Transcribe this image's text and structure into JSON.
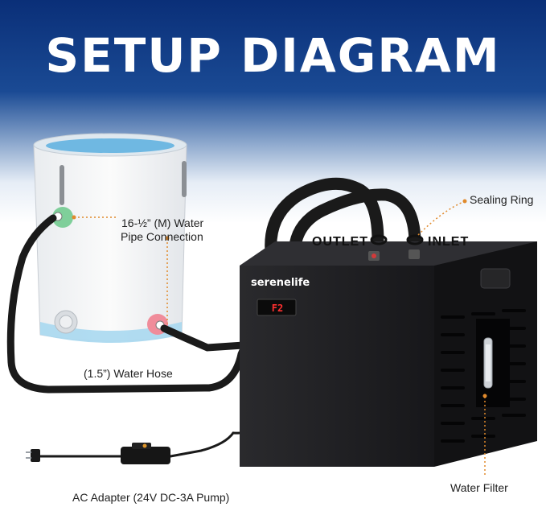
{
  "title": "SETUP DIAGRAM",
  "brand": "serenelife",
  "display_readout": "F2",
  "labels": {
    "sealing_ring": "Sealing Ring",
    "outlet": "OUTLET",
    "inlet": "INLET",
    "pipe_connection_line1": "16-½” (M) Water",
    "pipe_connection_line2": "Pipe Connection",
    "water_hose": "(1.5”) Water Hose",
    "ac_adapter": "AC Adapter (24V DC-3A Pump)",
    "water_filter": "Water Filter"
  },
  "colors": {
    "header_blue": "#0a2f78",
    "leader_orange": "#e08a2c",
    "chiller_body": "#1c1c1e",
    "tub_accent": "#7fc3e8",
    "display_red": "#ff3030"
  }
}
